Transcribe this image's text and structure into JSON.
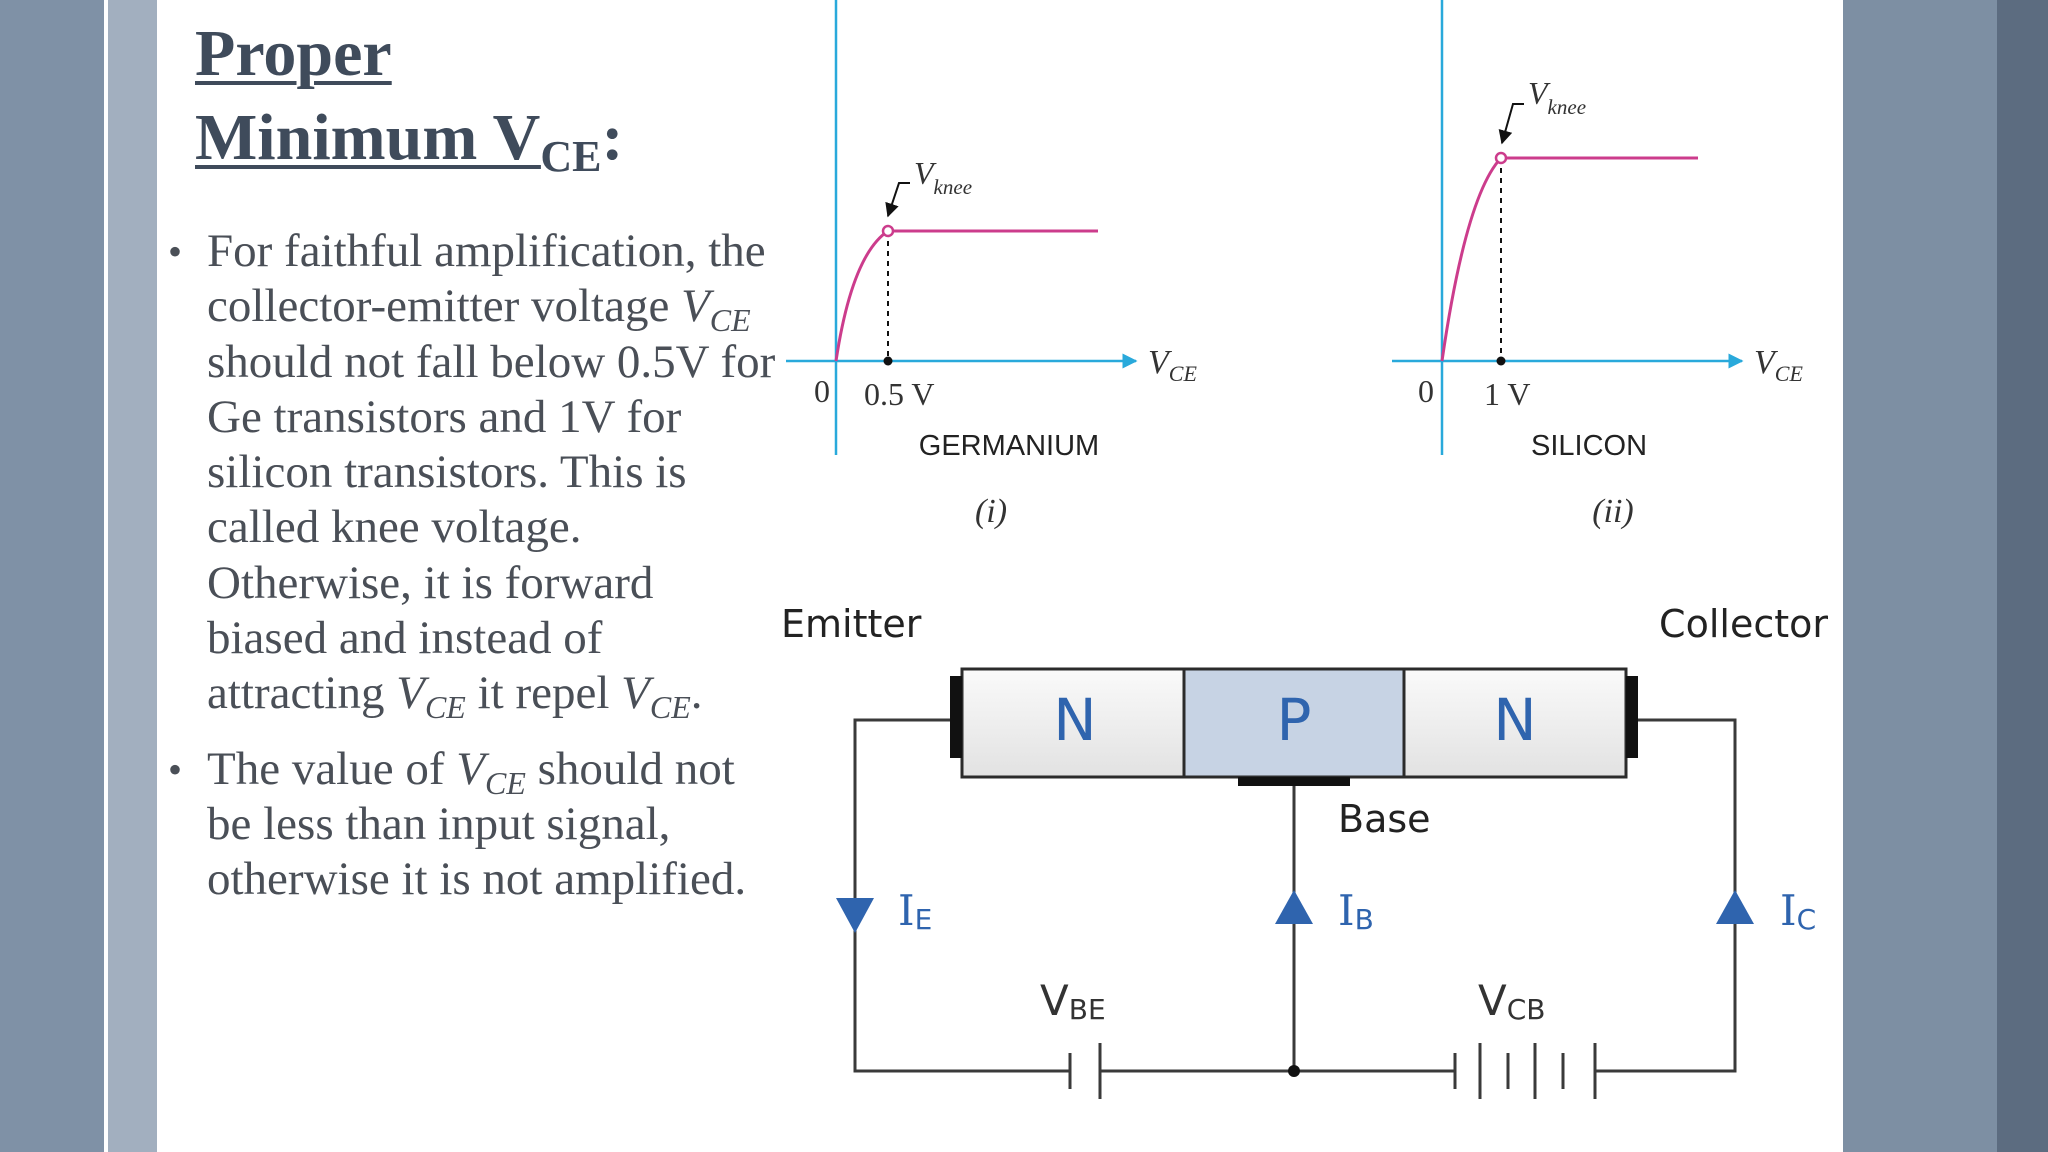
{
  "colors": {
    "background": "#7d8fa3",
    "slide": "#ffffff",
    "title": "#3f4b5b",
    "body_text": "#4a4f57",
    "axis": "#29a9db",
    "curve": "#cc3c8c",
    "arrow_blue": "#2f64ae",
    "base_fill": "#c7d3e4"
  },
  "title": {
    "line1": "Proper",
    "line2_main": "Minimum V",
    "line2_sub": "CE",
    "line2_colon": ":"
  },
  "bullets": {
    "b1": {
      "p1": "For faithful amplification, the collector-emitter voltage ",
      "v1": "V",
      "s1": "CE",
      "p2": " should not fall below 0.5V for Ge transistors and 1V for silicon transistors. This is called knee voltage. Otherwise, it is forward biased and instead of attracting ",
      "v2": "V",
      "s2": "CE",
      "p3": " it repel ",
      "v3": "V",
      "s3": "CE",
      "p4": "."
    },
    "b2": {
      "p1": "The value of ",
      "v1": "V",
      "s1": "CE",
      "p2": " should not be less than input signal, otherwise it is not amplified."
    }
  },
  "graphs": {
    "germanium": {
      "knee_label_main": "V",
      "knee_label_sub": "knee",
      "axis_label_main": "V",
      "axis_label_sub": "CE",
      "origin": "0",
      "knee_value": "0.5 V",
      "material": "GERMANIUM",
      "index": "(i)"
    },
    "silicon": {
      "knee_label_main": "V",
      "knee_label_sub": "knee",
      "axis_label_main": "V",
      "axis_label_sub": "CE",
      "origin": "0",
      "knee_value": "1 V",
      "material": "SILICON",
      "index": "(ii)"
    }
  },
  "circuit": {
    "emitter": "Emitter",
    "collector": "Collector",
    "base": "Base",
    "region_left": "N",
    "region_mid": "P",
    "region_right": "N",
    "ie_main": "I",
    "ie_sub": "E",
    "ib_main": "I",
    "ib_sub": "B",
    "ic_main": "I",
    "ic_sub": "C",
    "vbe_main": "V",
    "vbe_sub": "BE",
    "vcb_main": "V",
    "vcb_sub": "CB"
  }
}
